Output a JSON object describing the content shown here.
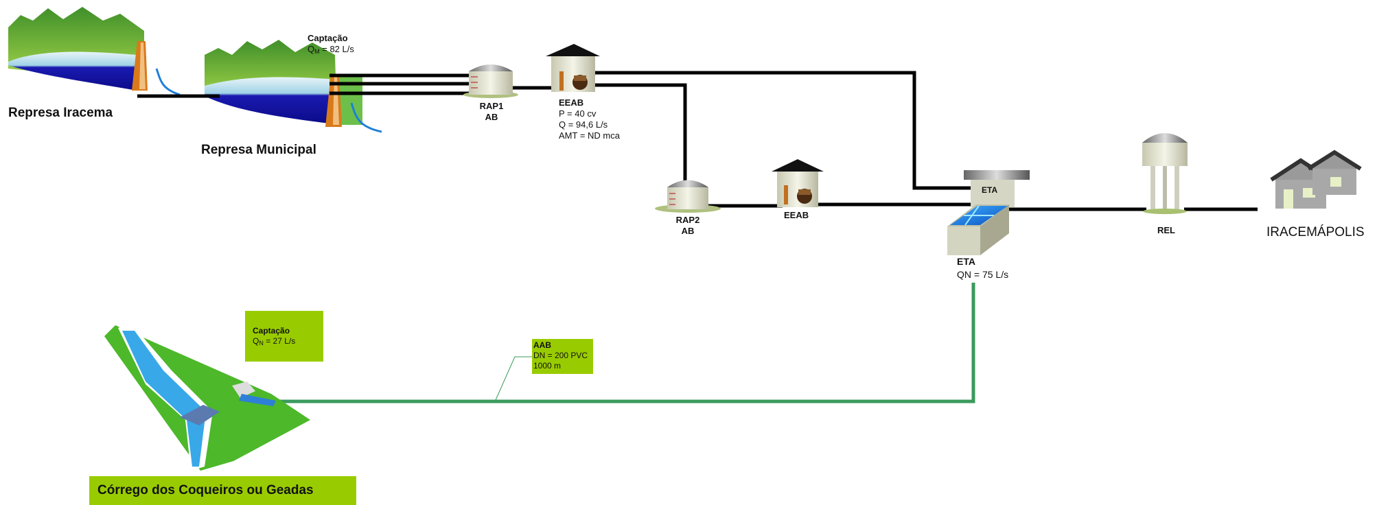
{
  "reservoir_iracema": {
    "label": "Represa Iracema"
  },
  "reservoir_municipal": {
    "label": "Represa Municipal"
  },
  "intake_top": {
    "title": "Captação",
    "flow_prefix": "Q",
    "flow_sub": "M",
    "flow_value": "= 82 L/s"
  },
  "rap1": {
    "line1": "RAP1",
    "line2": "AB"
  },
  "eeab1": {
    "name": "EEAB",
    "spec1": "P = 40 cv",
    "spec2": "Q = 94,6 L/s",
    "spec3": "AMT = ND mca"
  },
  "rap2": {
    "line1": "RAP2",
    "line2": "AB"
  },
  "eeab2": {
    "name": "EEAB"
  },
  "eta": {
    "roof_label": "ETA",
    "name": "ETA",
    "flow": "QN = 75 L/s"
  },
  "rel": {
    "label": "REL"
  },
  "city": {
    "label": "IRACEMÁPOLIS"
  },
  "intake_bottom": {
    "title": "Captação",
    "flow_prefix": "Q",
    "flow_sub": "N",
    "flow_value": "= 27 L/s"
  },
  "aab": {
    "name": "AAB",
    "spec1": "DN = 200 PVC",
    "spec2": "1000 m"
  },
  "stream": {
    "label": "Córrego dos Coqueiros ou Geadas"
  },
  "colors": {
    "pipe_black": "#000000",
    "pipe_green": "#3a9a5c",
    "label_green": "#99cc00",
    "water_blue": "#1a1aa8"
  }
}
